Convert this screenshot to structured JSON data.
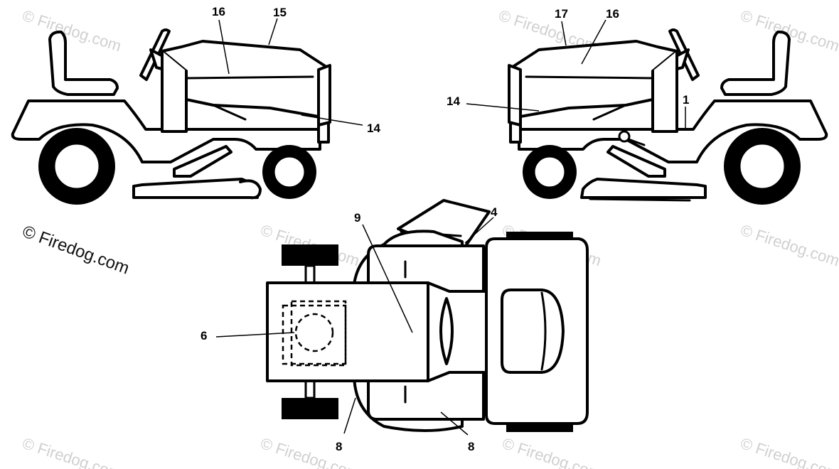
{
  "watermark": {
    "text": "© Firedog.com"
  },
  "callouts": {
    "left_view": [
      "16",
      "15",
      "14"
    ],
    "right_view": [
      "17",
      "16",
      "14",
      "1"
    ],
    "top_view": [
      "4",
      "9",
      "6",
      "8",
      "8"
    ]
  }
}
